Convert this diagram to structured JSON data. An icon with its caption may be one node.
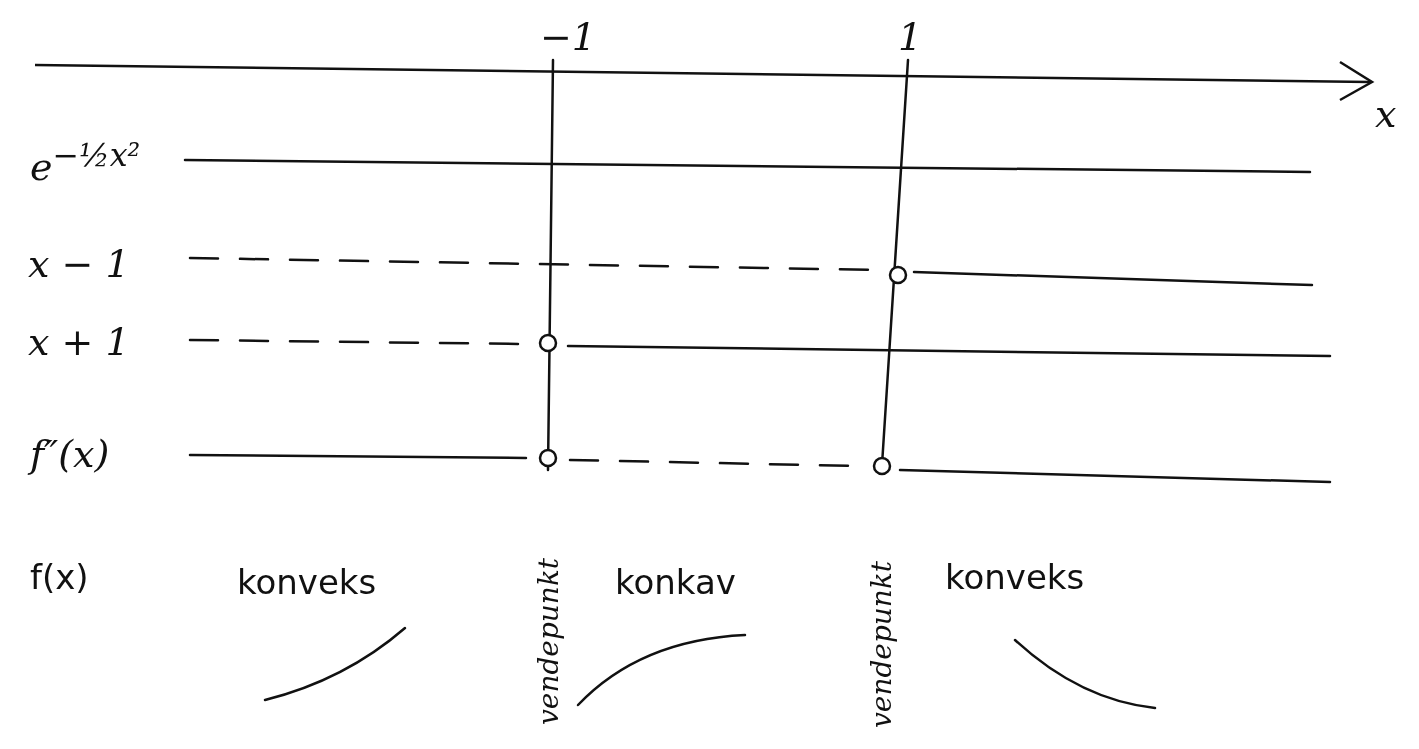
{
  "diagram": {
    "labels": [
      "−1",
      "1",
      "x",
      "e$^{−½x²}$",
      "x − 1",
      "x + 1",
      "f″(x)",
      "f(x)",
      "konveks",
      "vendepunkt",
      "konkav",
      "vendepunkt",
      "konveks"
    ]
  }
}
